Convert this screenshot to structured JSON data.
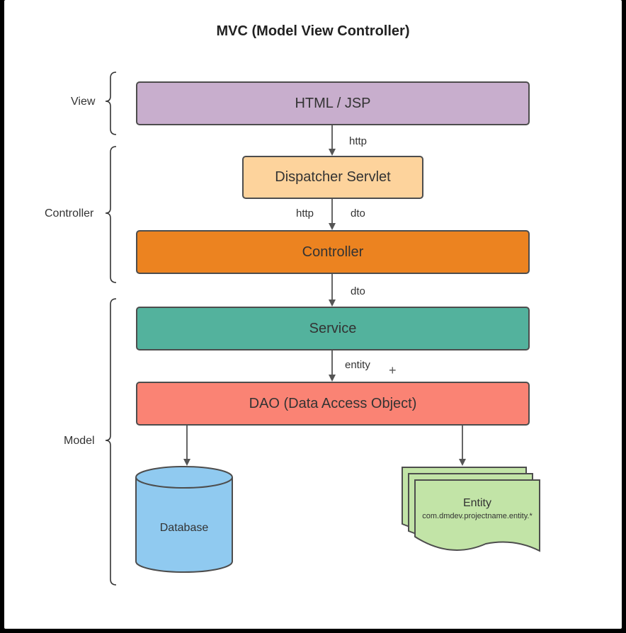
{
  "title": "MVC (Model View Controller)",
  "layers": {
    "view": "View",
    "controller": "Controller",
    "model": "Model"
  },
  "boxes": {
    "html_jsp": "HTML / JSP",
    "dispatcher": "Dispatcher Servlet",
    "controller": "Controller",
    "service": "Service",
    "dao": "DAO (Data Access Object)"
  },
  "edges": {
    "view_to_dispatcher": "http",
    "dispatcher_to_controller_left": "http",
    "dispatcher_to_controller_right": "dto",
    "controller_to_service": "dto",
    "service_to_dao": "entity"
  },
  "database": {
    "label": "Database"
  },
  "entity": {
    "title": "Entity",
    "package": "com.dmdev.projectname.entity.*"
  },
  "colors": {
    "html_jsp": "#c8aecd",
    "dispatcher": "#fdd39c",
    "controller": "#ec8320",
    "service": "#53b29d",
    "dao": "#fa8374",
    "database": "#90caf0",
    "entity": "#c2e4a7"
  }
}
